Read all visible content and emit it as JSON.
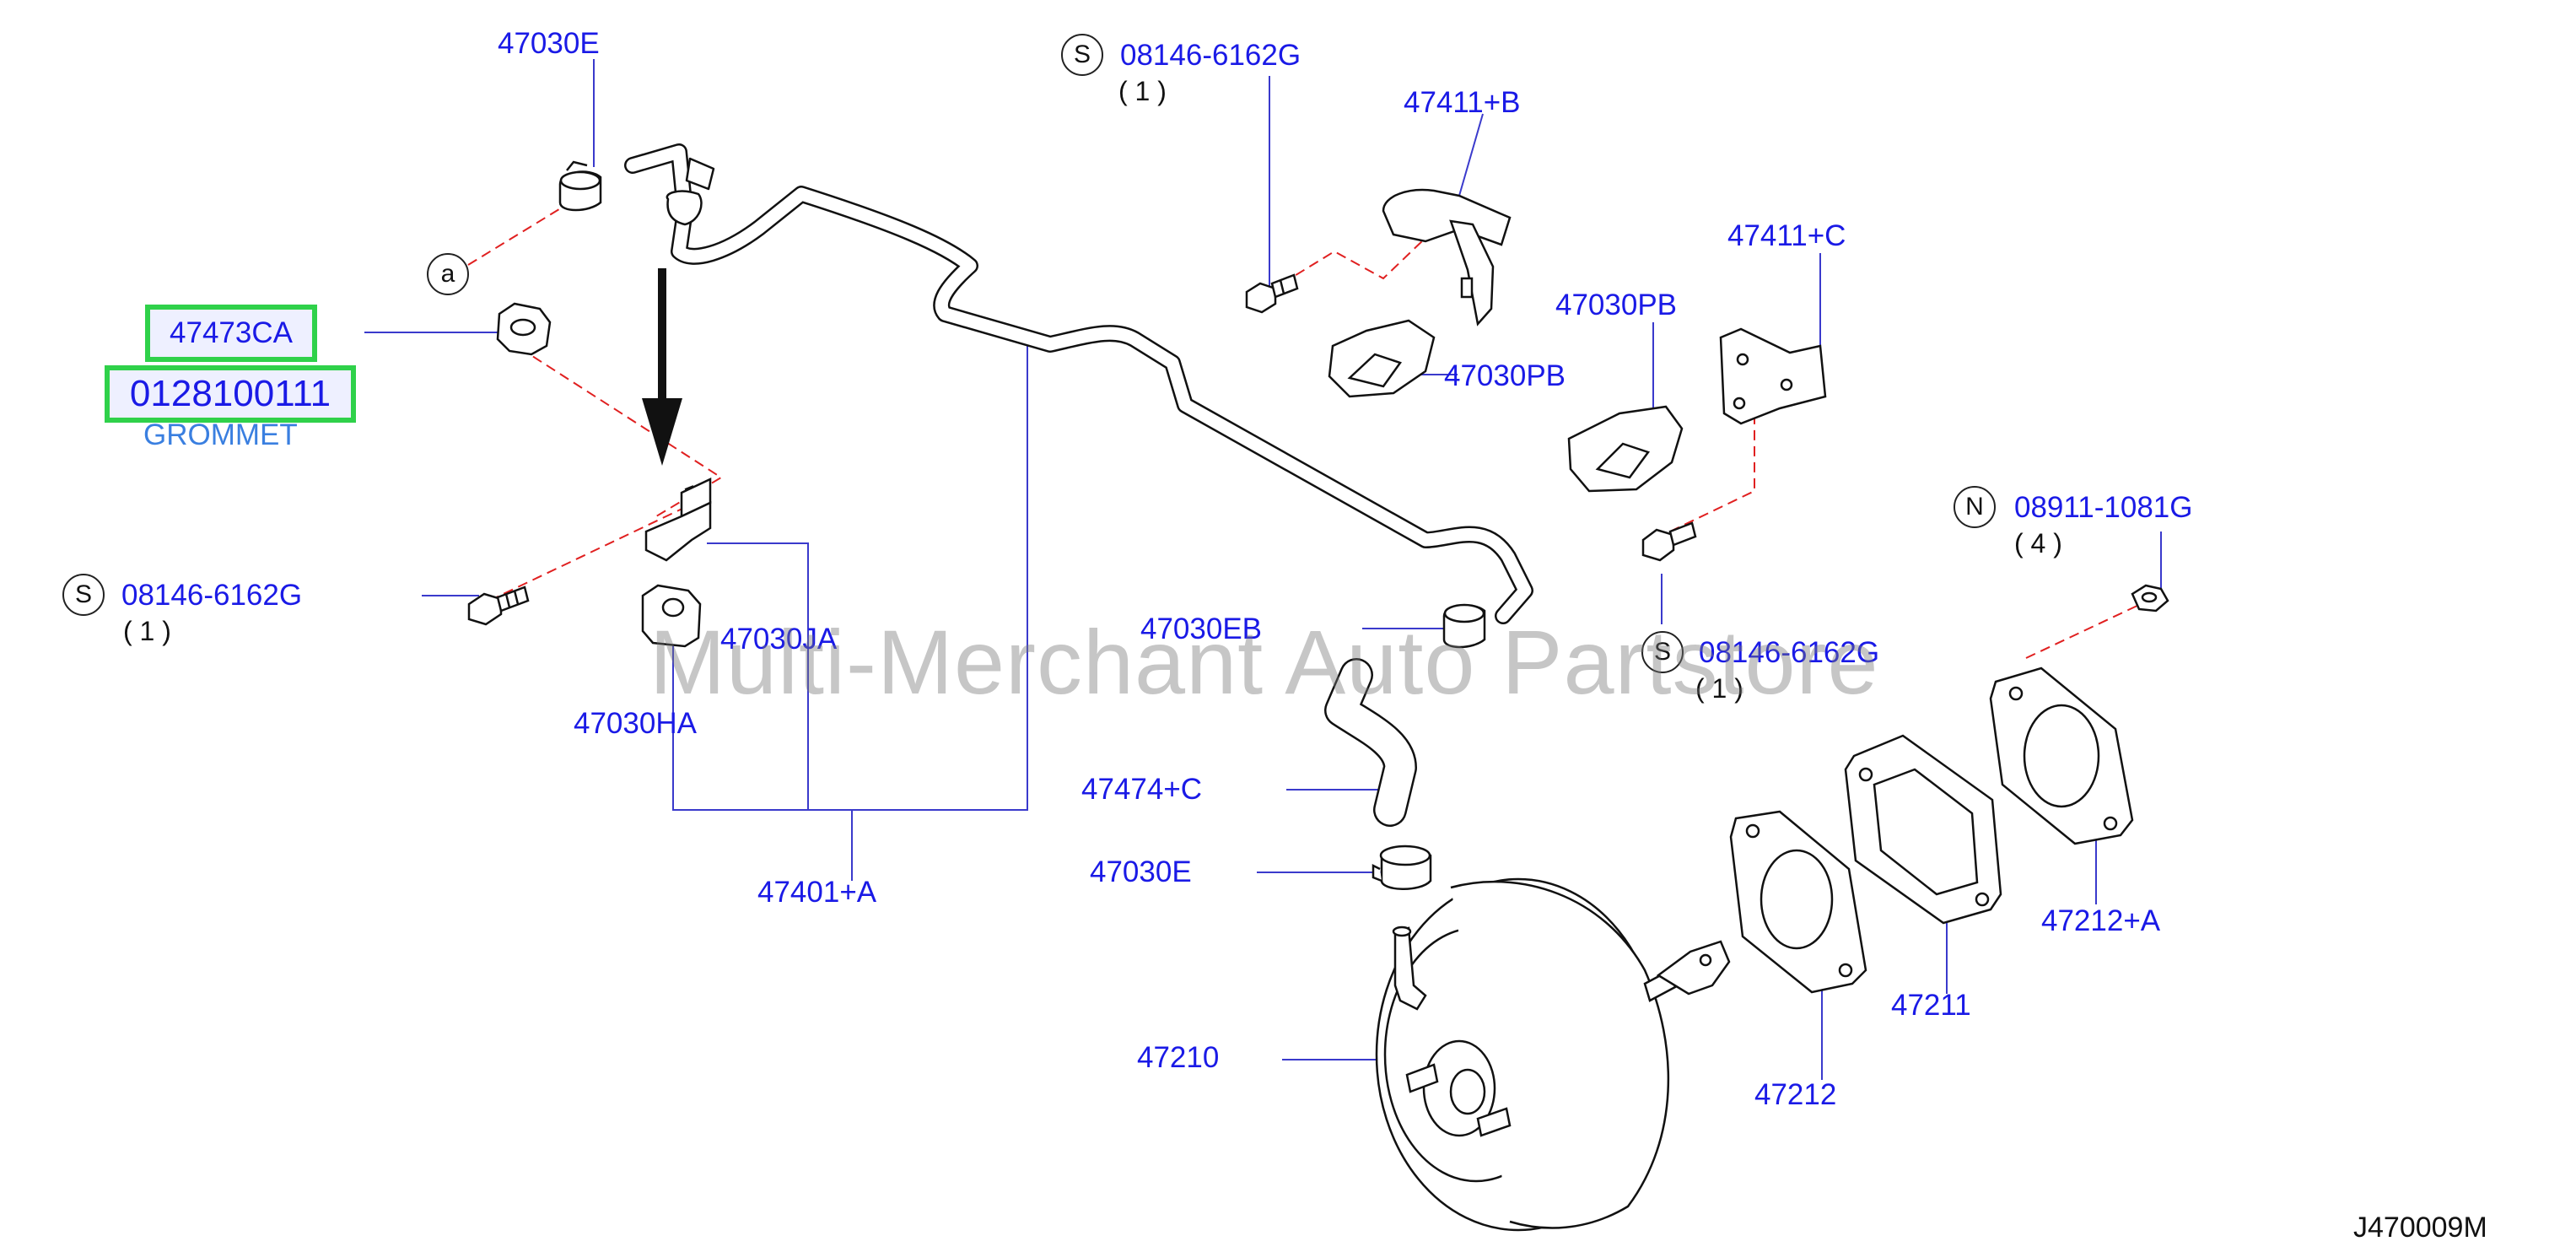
{
  "diagram": {
    "labels": {
      "l_47030E_top": "47030E",
      "l_08146_top": "08146-6162G",
      "l_47411B": "47411+B",
      "l_47411C": "47411+C",
      "l_47030PB_a": "47030PB",
      "l_47030PB_b": "47030PB",
      "l_08911": "08911-1081G",
      "l_08146_left": "08146-6162G",
      "l_47030JA": "47030JA",
      "l_47030HA": "47030HA",
      "l_47030EB": "47030EB",
      "l_08146_right": "08146-6162G",
      "l_47474C": "47474+C",
      "l_47030E_mid": "47030E",
      "l_47401A": "47401+A",
      "l_47210": "47210",
      "l_47212": "47212",
      "l_47211": "47211",
      "l_47212A": "47212+A"
    },
    "quantities": {
      "q_top": "( 1 )",
      "q_left": "( 1 )",
      "q_right": "( 1 )",
      "q_nut": "( 4 )"
    },
    "symbols": {
      "a": "a",
      "s_top": "S",
      "s_left": "S",
      "s_right": "S",
      "n": "N"
    },
    "highlight": {
      "part": "47473CA",
      "number": "0128100111",
      "name": "GROMMET"
    },
    "watermark": "Multi-Merchant Auto Partstore",
    "diagram_code": "J470009M",
    "colors": {
      "label": "#1a1ae6",
      "leader": "#3333cc",
      "dashed": "#e02020",
      "highlight_border": "#2fd14a",
      "linework": "#111111"
    }
  }
}
